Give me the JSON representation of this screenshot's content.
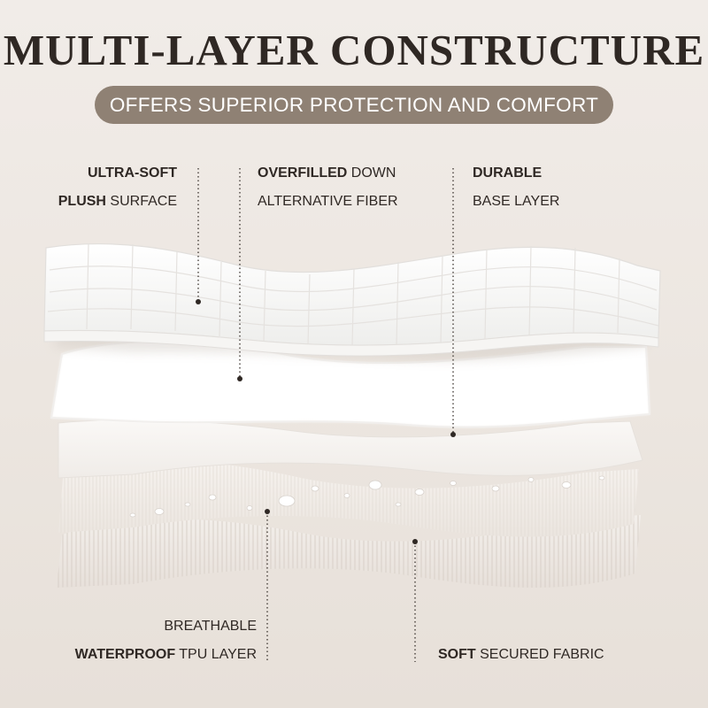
{
  "title": "MULTI-LAYER CONSTRUCTURE",
  "subtitle": "OFFERS SUPERIOR PROTECTION AND COMFORT",
  "callouts": {
    "surface": {
      "line1_bold": "ULTRA-SOFT",
      "line2_bold": "PLUSH",
      "line2_rest": " SURFACE"
    },
    "fiber": {
      "line1_bold": "OVERFILLED",
      "line1_rest": " DOWN",
      "line2": "ALTERNATIVE FIBER"
    },
    "base": {
      "line1_bold": "DURABLE",
      "line2": "BASE LAYER"
    },
    "tpu": {
      "line1": "BREATHABLE",
      "line2_bold": "WATERPROOF",
      "line2_rest": " TPU LAYER"
    },
    "fabric": {
      "line1_bold": "SOFT",
      "line1_rest": " SECURED FABRIC"
    }
  },
  "colors": {
    "background": "#ede7e1",
    "pill": "#8f8174",
    "title_text": "#2f2824",
    "leader_line": "#3a332e"
  }
}
